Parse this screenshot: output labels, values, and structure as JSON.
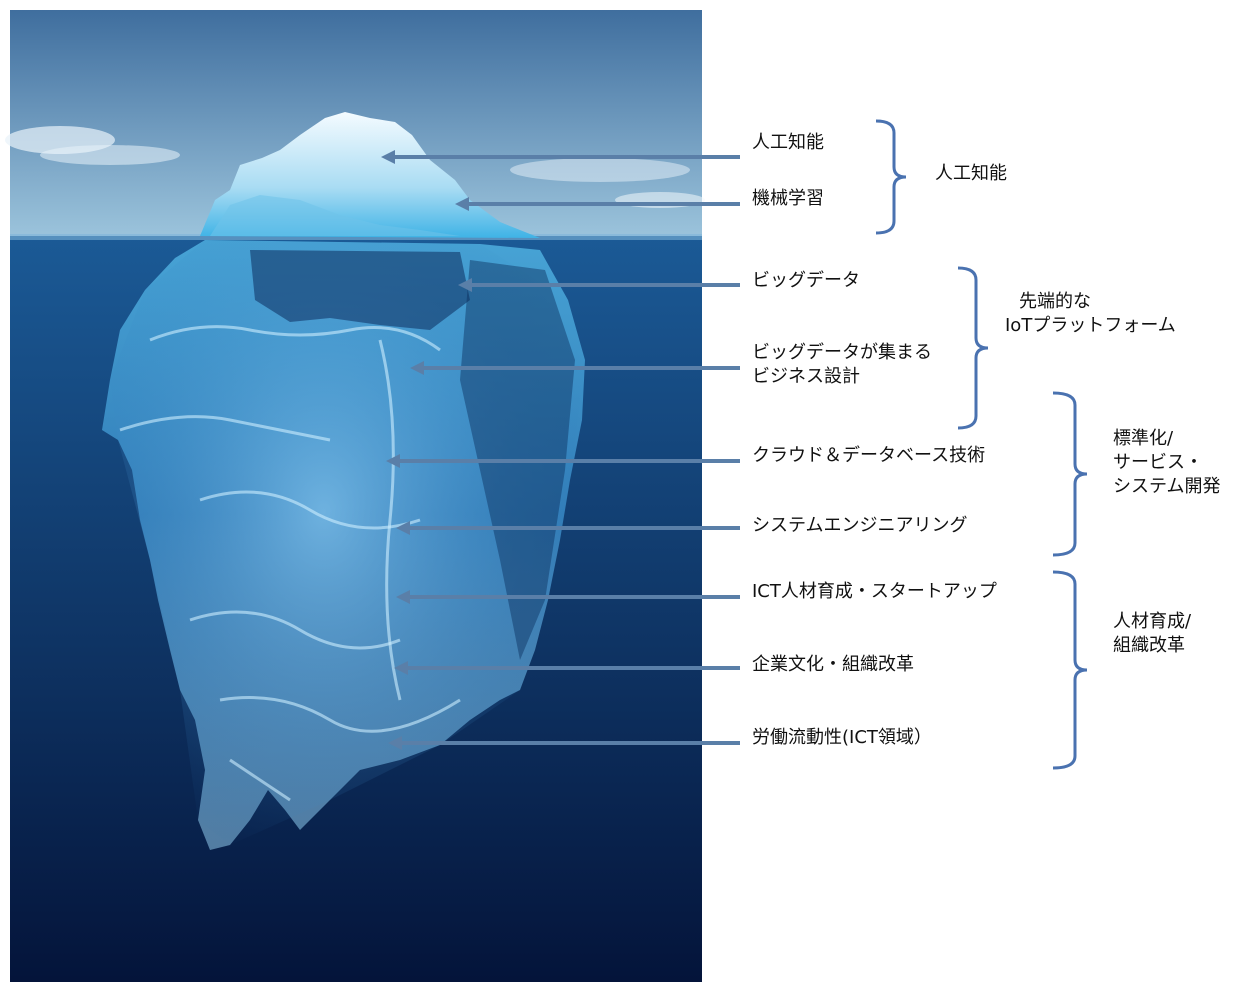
{
  "colors": {
    "sky_top": "#3f6e9e",
    "sky_bottom": "#9cc4dc",
    "water_top": "#1b5a96",
    "water_bottom": "#04143a",
    "ice_light": "#dff4ff",
    "ice_mid": "#5ec5ee",
    "arrow": "#5a7fa8",
    "brace": "#4a72b0"
  },
  "items": [
    {
      "label": "人工知能"
    },
    {
      "label": "機械学習"
    },
    {
      "label": "ビッグデータ"
    },
    {
      "label": "ビッグデータが集まる",
      "label2": "ビジネス設計"
    },
    {
      "label": "クラウド＆データベース技術"
    },
    {
      "label": "システムエンジニアリング"
    },
    {
      "label": "ICT人材育成・スタートアップ"
    },
    {
      "label": "企業文化・組織改革"
    },
    {
      "label": "労働流動性(ICT領域）"
    }
  ],
  "groups": [
    {
      "lines": [
        "人工知能"
      ]
    },
    {
      "lines": [
        "先端的な",
        "IoTプラットフォーム"
      ]
    },
    {
      "lines": [
        "標準化/",
        "サービス・",
        "システム開発"
      ]
    },
    {
      "lines": [
        "人材育成/",
        "組織改革"
      ]
    }
  ]
}
